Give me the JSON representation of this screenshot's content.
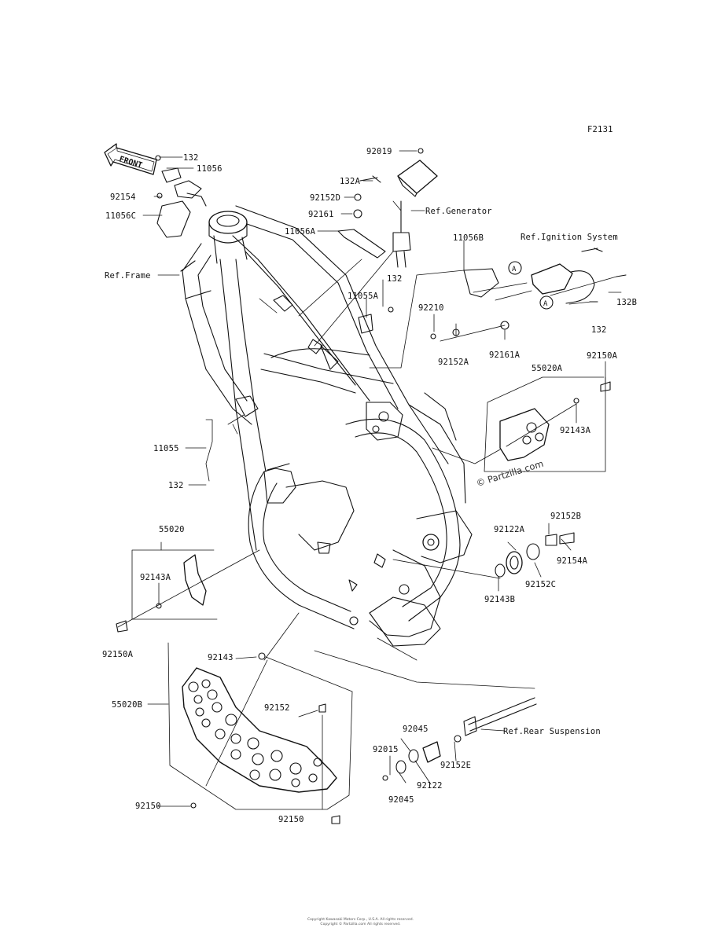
{
  "figure_id": "F2131",
  "front_label": "FRONT",
  "watermark": "© Partzilla.com",
  "footer": {
    "line1": "Copyright Kawasaki Motors Corp., U.S.A. All rights reserved.",
    "line2": "Copyright © Partzilla.com All rights reserved."
  },
  "callout_A": "A",
  "labels": {
    "p132_top": "132",
    "p11056": "11056",
    "p92154": "92154",
    "p11056C": "11056C",
    "ref_frame": "Ref.Frame",
    "p92019": "92019",
    "p132A": "132A",
    "p92152D": "92152D",
    "p92161": "92161",
    "ref_generator": "Ref.Generator",
    "p11056A": "11056A",
    "p11056B": "11056B",
    "ref_ignition": "Ref.Ignition System",
    "p132B": "132B",
    "p132_right": "132",
    "p132_mid": "132",
    "p11055A": "11055A",
    "p92210": "92210",
    "p92152A": "92152A",
    "p92161A": "92161A",
    "p55020A": "55020A",
    "p92150A_right": "92150A",
    "p92143A_right": "92143A",
    "p11055": "11055",
    "p132_left": "132",
    "p55020": "55020",
    "p92143A_left": "92143A",
    "p92150A_left": "92150A",
    "p92152B": "92152B",
    "p92122A": "92122A",
    "p92154A": "92154A",
    "p92152C": "92152C",
    "p92143B": "92143B",
    "p92143": "92143",
    "p55020B": "55020B",
    "p92152": "92152",
    "p92150_left": "92150",
    "p92150_bottom": "92150",
    "p92045_top": "92045",
    "p92015": "92015",
    "p92045_bottom": "92045",
    "p92122": "92122",
    "p92152E": "92152E",
    "ref_rear_susp": "Ref.Rear Suspension"
  }
}
